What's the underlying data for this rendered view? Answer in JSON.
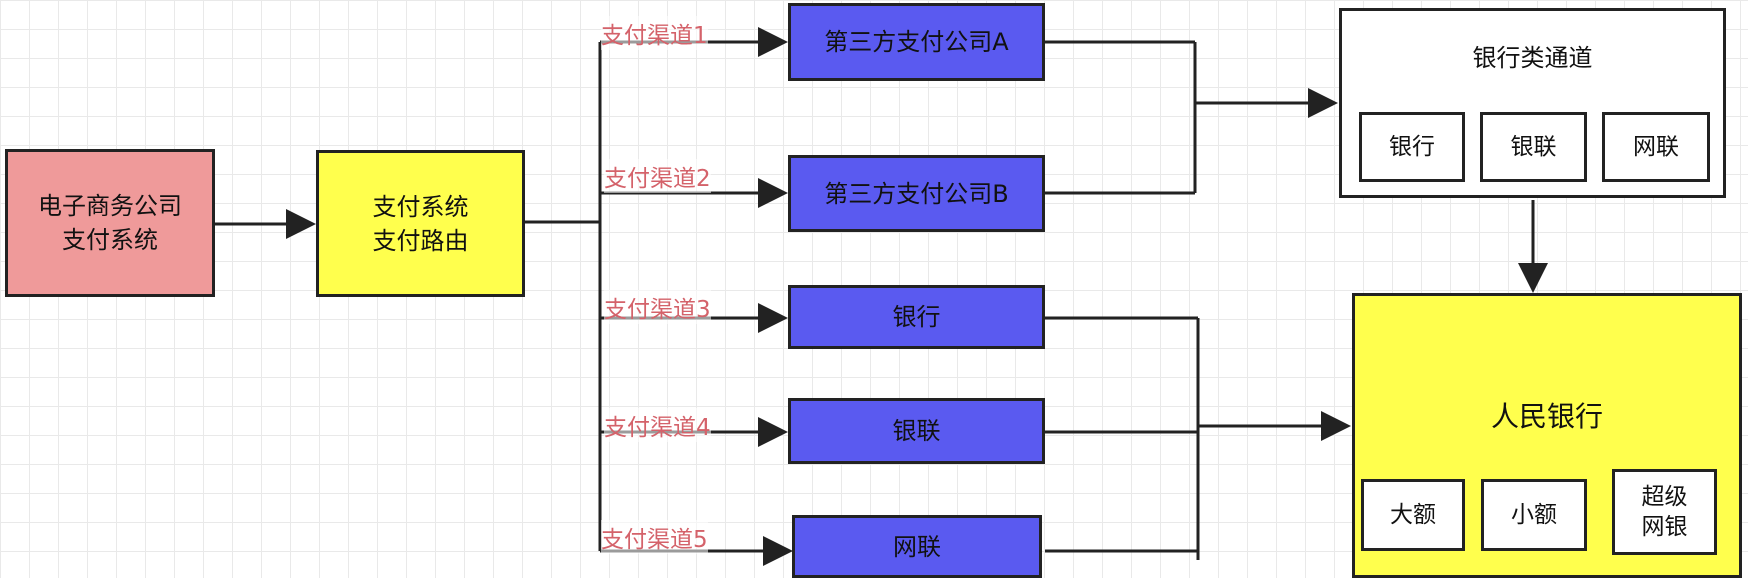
{
  "source": {
    "line1": "电子商务公司",
    "line2": "支付系统"
  },
  "router": {
    "line1": "支付系统",
    "line2": "支付路由"
  },
  "channels": [
    {
      "label": "支付渠道1",
      "target": "第三方支付公司A"
    },
    {
      "label": "支付渠道2",
      "target": "第三方支付公司B"
    },
    {
      "label": "支付渠道3",
      "target": "银行"
    },
    {
      "label": "支付渠道4",
      "target": "银联"
    },
    {
      "label": "支付渠道5",
      "target": "网联"
    }
  ],
  "bank_channel_group": {
    "title": "银行类通道",
    "items": [
      "银行",
      "银联",
      "网联"
    ]
  },
  "central_bank": {
    "title": "人民银行",
    "systems": [
      {
        "line1": "大额",
        "line2": ""
      },
      {
        "line1": "小额",
        "line2": ""
      },
      {
        "line1": "超级",
        "line2": "网银"
      }
    ]
  },
  "colors": {
    "source_fill": "#ef9a9a",
    "router_fill": "#ffff4d",
    "channel_fill": "#5a5af0",
    "central_bank_fill": "#ffff4d",
    "label_text": "#d4626a",
    "line": "#222222"
  }
}
